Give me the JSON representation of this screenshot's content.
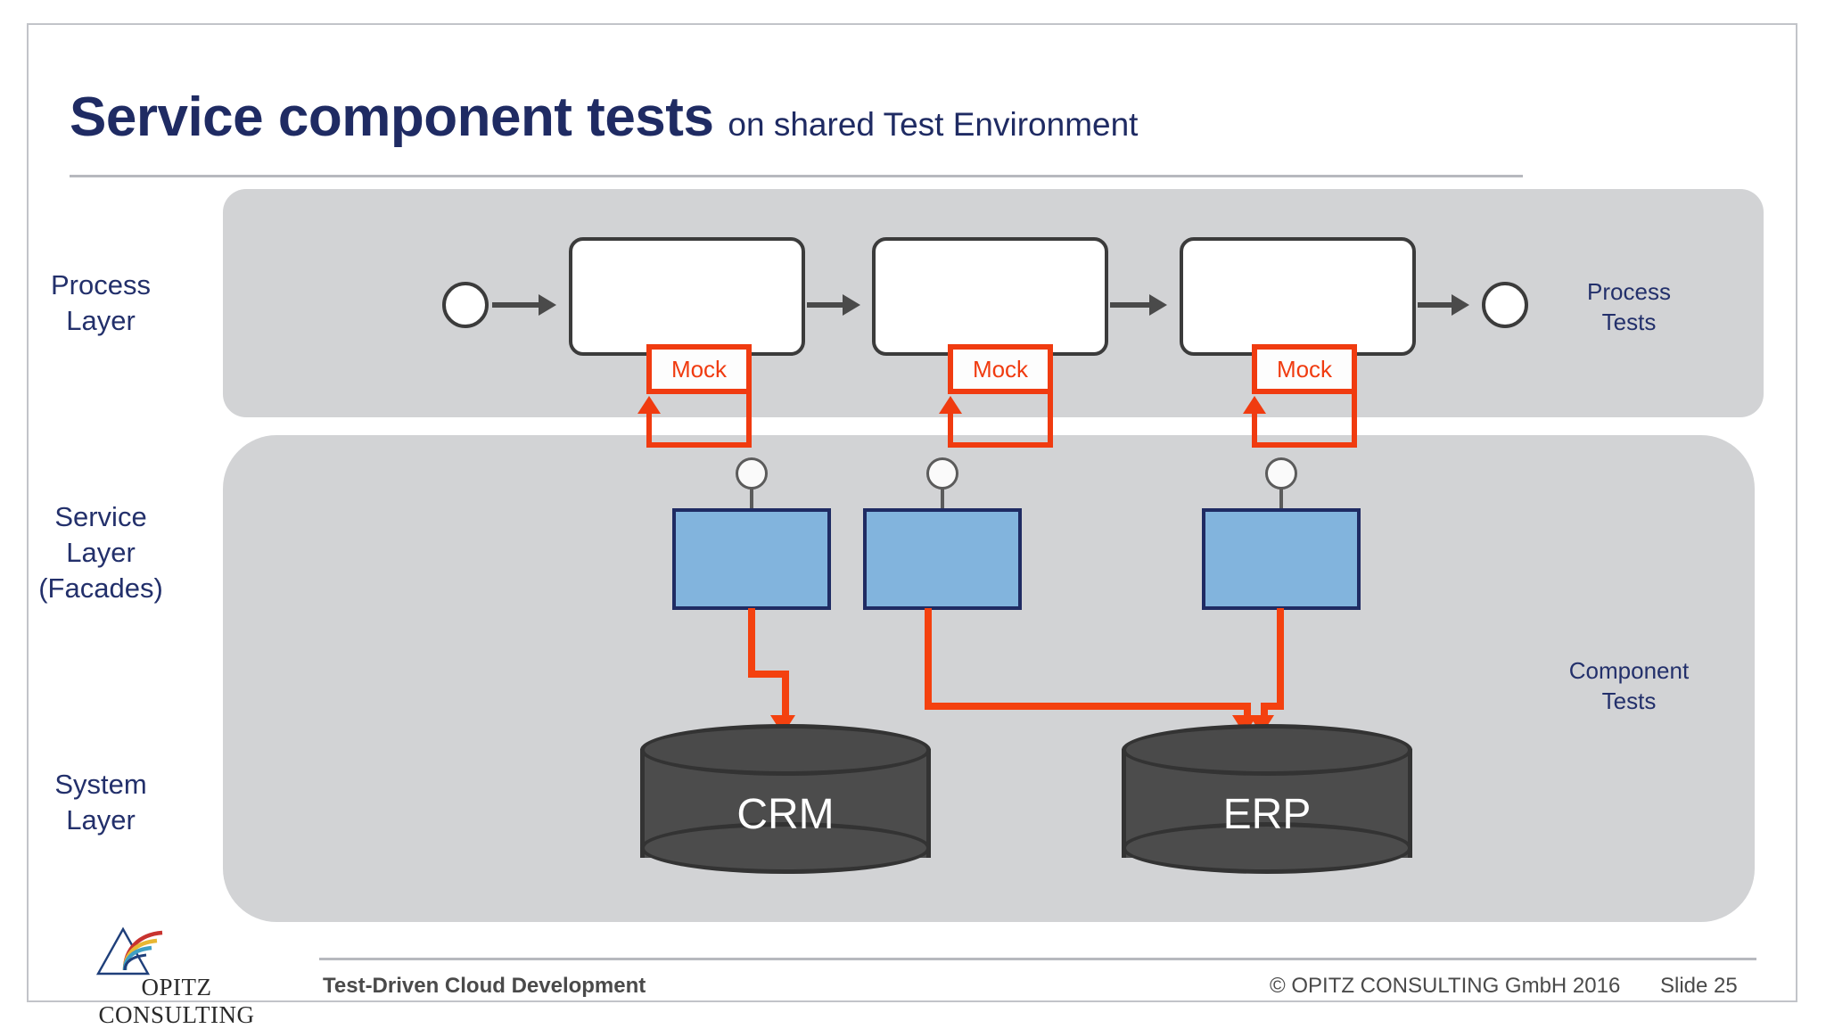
{
  "slide": {
    "title_main": "Service component tests",
    "title_sub": "on shared Test Environment",
    "accent_navy": "#1f2b63",
    "accent_orange": "#f4410f",
    "panel_gray": "#d2d3d5",
    "facade_blue": "#82b4dd",
    "db_gray": "#4c4c4c"
  },
  "layers": {
    "process": {
      "label": "Process\nLayer",
      "line1": "Process",
      "line2": "Layer"
    },
    "service": {
      "line1": "Service",
      "line2": "Layer",
      "line3": "(Facades)"
    },
    "system": {
      "line1": "System",
      "line2": "Layer"
    }
  },
  "test_scopes": {
    "process": {
      "line1": "Process",
      "line2": "Tests"
    },
    "component": {
      "line1": "Component",
      "line2": "Tests"
    }
  },
  "process_flow": {
    "start_event": "start-event",
    "end_event": "end-event",
    "tasks": [
      {
        "name": "task-1",
        "label": ""
      },
      {
        "name": "task-2",
        "label": ""
      },
      {
        "name": "task-3",
        "label": ""
      }
    ],
    "mocks": [
      {
        "label": "Mock"
      },
      {
        "label": "Mock"
      },
      {
        "label": "Mock"
      }
    ]
  },
  "service_layer": {
    "facades": [
      {
        "name": "facade-1",
        "label": ""
      },
      {
        "name": "facade-2",
        "label": ""
      },
      {
        "name": "facade-3",
        "label": ""
      }
    ],
    "interface_icon": "lollipop-interface-icon"
  },
  "system_layer": {
    "databases": [
      {
        "name": "crm-database",
        "label": "CRM"
      },
      {
        "name": "erp-database",
        "label": "ERP"
      }
    ]
  },
  "footer": {
    "presentation_title": "Test-Driven Cloud Development",
    "copyright": "© OPITZ CONSULTING GmbH 2016",
    "slide_number": "Slide 25",
    "logo_text": "OPITZ CONSULTING"
  }
}
